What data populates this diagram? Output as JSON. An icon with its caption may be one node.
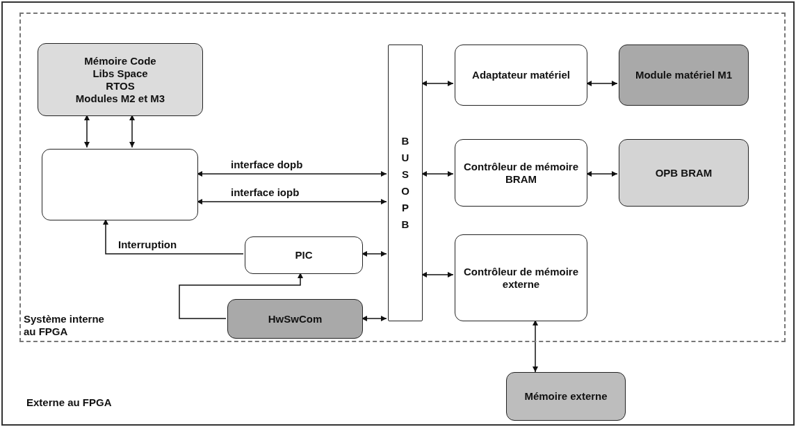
{
  "diagram": {
    "nodes": [
      {
        "text": [
          "Système interne au FPGA"
        ]
      },
      {
        "text": [
          "Mémoire Code",
          "Libs Space",
          "RTOS",
          "Modules M2 et M3"
        ],
        "in": 0
      },
      {
        "text": [],
        "shape": "box",
        "in": 0
      },
      {
        "text": [
          "BUS OPB"
        ],
        "in": 0
      },
      {
        "text": [
          "PIC"
        ],
        "in": 0
      },
      {
        "text": [
          "HwSwCom"
        ],
        "in": 0
      },
      {
        "text": [
          "Adaptateur matériel"
        ],
        "in": 0
      },
      {
        "text": [
          "Module matériel M1"
        ],
        "in": 0
      },
      {
        "text": [
          "Contrôleur de mémoire BRAM"
        ],
        "in": 0
      },
      {
        "text": [
          "OPB BRAM"
        ],
        "in": 0
      },
      {
        "text": [
          "Contrôleur de mémoire externe"
        ],
        "in": 0
      },
      {
        "text": [
          "Mémoire externe"
        ]
      }
    ],
    "edges": [
      {
        "from": 1,
        "to": 2,
        "arrow": "both"
      },
      {
        "from": 1,
        "to": 2,
        "arrow": "both"
      },
      {
        "from": 2,
        "to": 3,
        "arrow": "both",
        "label": "interface dopb"
      },
      {
        "from": 2,
        "to": 3,
        "arrow": "both",
        "label": "interface iopb"
      },
      {
        "from": 4,
        "to": 2,
        "arrow": "to",
        "label": "Interruption"
      },
      {
        "from": 5,
        "to": 4,
        "arrow": "to"
      },
      {
        "from": 4,
        "to": 3,
        "arrow": "both"
      },
      {
        "from": 5,
        "to": 3,
        "arrow": "both"
      },
      {
        "from": 3,
        "to": 6,
        "arrow": "both"
      },
      {
        "from": 6,
        "to": 7,
        "arrow": "both"
      },
      {
        "from": 3,
        "to": 8,
        "arrow": "both"
      },
      {
        "from": 8,
        "to": 9,
        "arrow": "both"
      },
      {
        "from": 3,
        "to": 10,
        "arrow": "both"
      },
      {
        "from": 10,
        "to": 11,
        "arrow": "both"
      }
    ],
    "labels": [
      "Externe au FPGA"
    ]
  }
}
